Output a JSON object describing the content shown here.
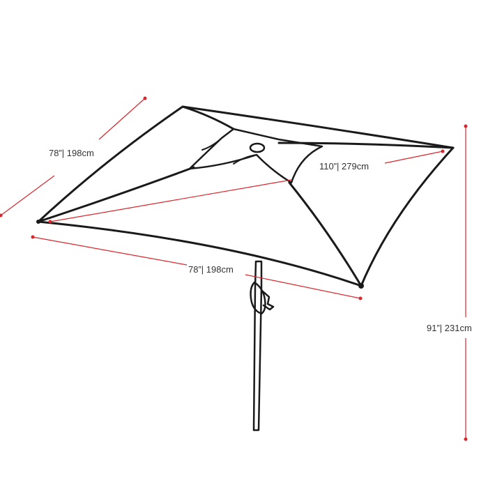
{
  "dimensions": {
    "side_depth": "78”| 198cm",
    "side_width": "78”| 198cm",
    "diagonal": "110”| 279cm",
    "height": "91”| 231cm"
  },
  "colors": {
    "outline": "#1a1a1a",
    "dimension_line": "#d9262c",
    "text": "#333333"
  }
}
